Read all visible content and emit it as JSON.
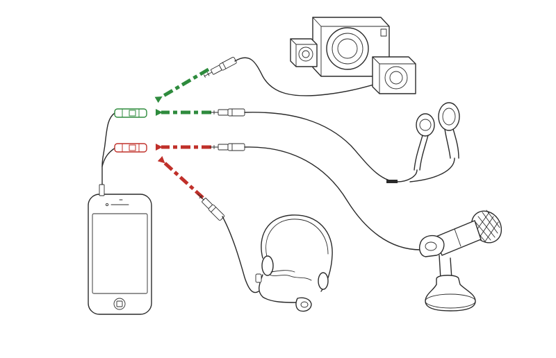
{
  "diagram": {
    "colors": {
      "line": "#2a2a2a",
      "green": "#2e8b3d",
      "red": "#c0302a",
      "background": "#ffffff"
    },
    "splitter_plugs": [
      {
        "id": "headphone-plug",
        "color": "green",
        "icon": "headphone-icon"
      },
      {
        "id": "microphone-plug",
        "color": "red",
        "icon": "microphone-icon"
      }
    ],
    "connections": [
      {
        "from": "speakers",
        "to": "headphone-plug",
        "color": "green"
      },
      {
        "from": "earphones",
        "to": "headphone-plug",
        "color": "green"
      },
      {
        "from": "desk-microphone",
        "to": "microphone-plug",
        "color": "red"
      },
      {
        "from": "headset-microphone",
        "to": "microphone-plug",
        "color": "red"
      }
    ],
    "devices": [
      "smartphone",
      "speakers",
      "earphones",
      "desk-microphone",
      "headset-microphone"
    ]
  }
}
